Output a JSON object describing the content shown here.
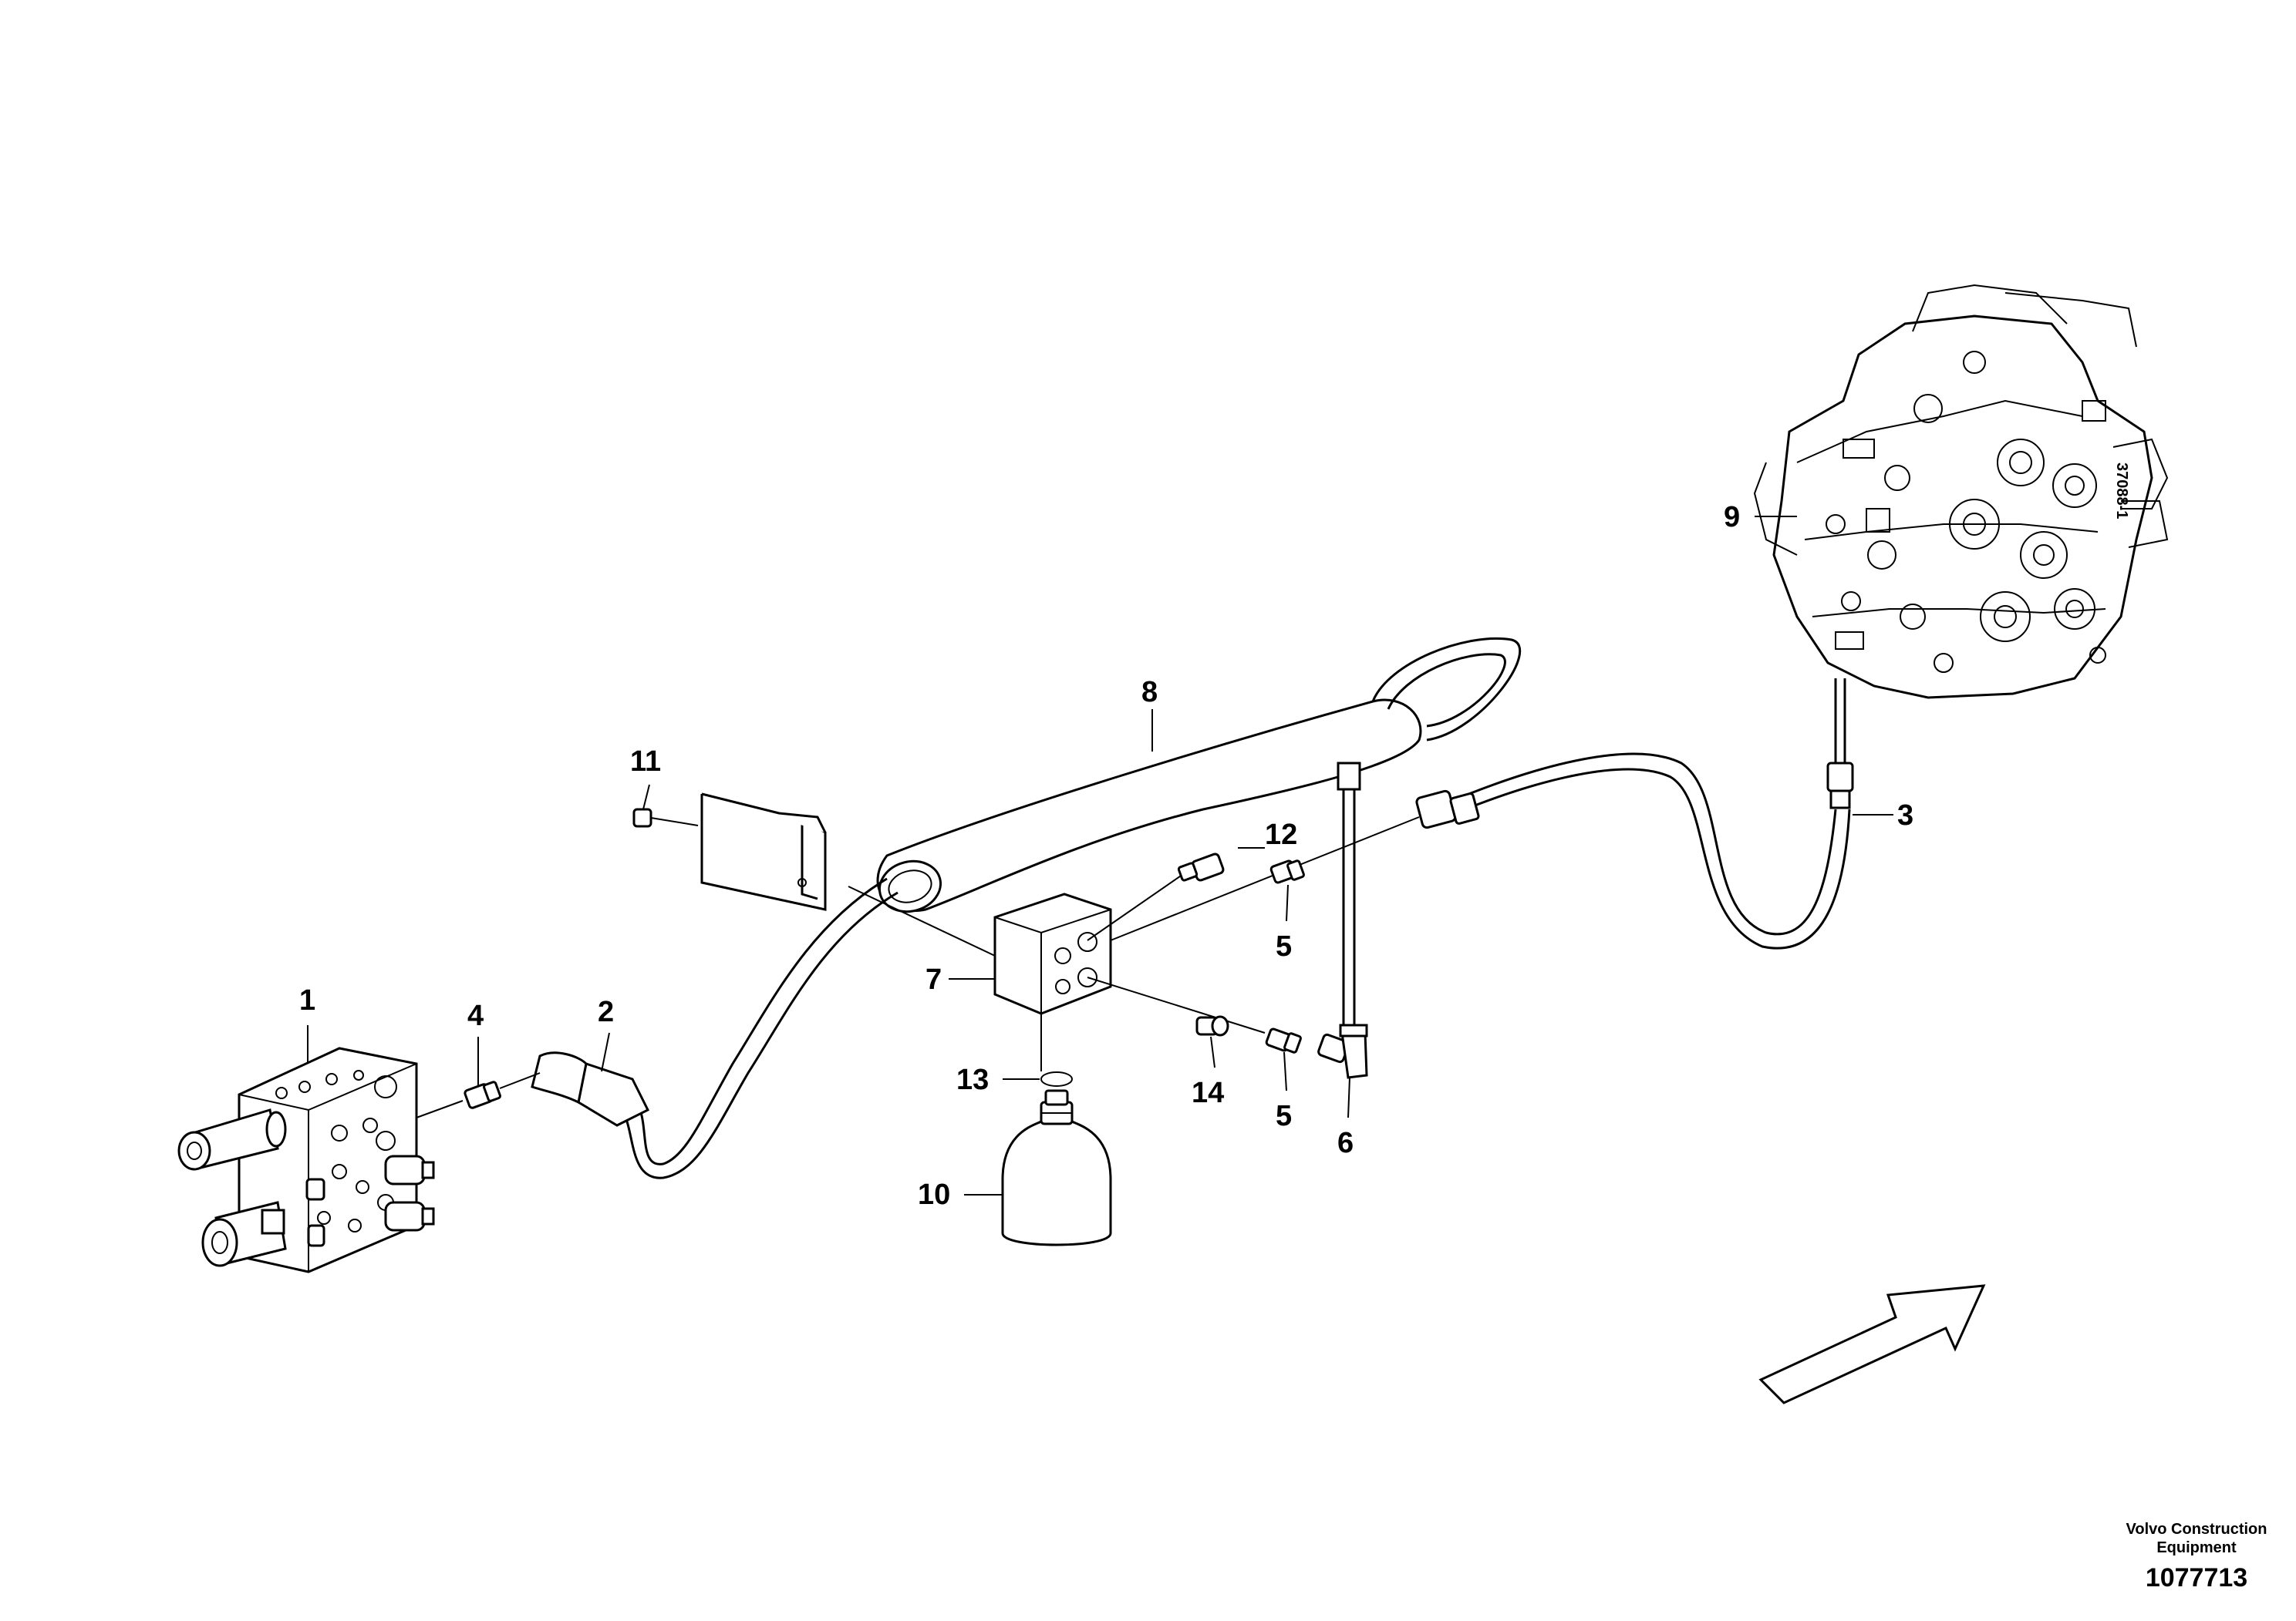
{
  "callouts": {
    "c1": "1",
    "c2": "2",
    "c3": "3",
    "c4": "4",
    "c5a": "5",
    "c5b": "5",
    "c6": "6",
    "c7": "7",
    "c8": "8",
    "c9": "9",
    "c10": "10",
    "c11": "11",
    "c12": "12",
    "c13": "13",
    "c14": "14"
  },
  "footer": {
    "brand_line1": "Volvo Construction",
    "brand_line2": "Equipment",
    "part_number": "1077713"
  },
  "valve_marking": "37088-1"
}
